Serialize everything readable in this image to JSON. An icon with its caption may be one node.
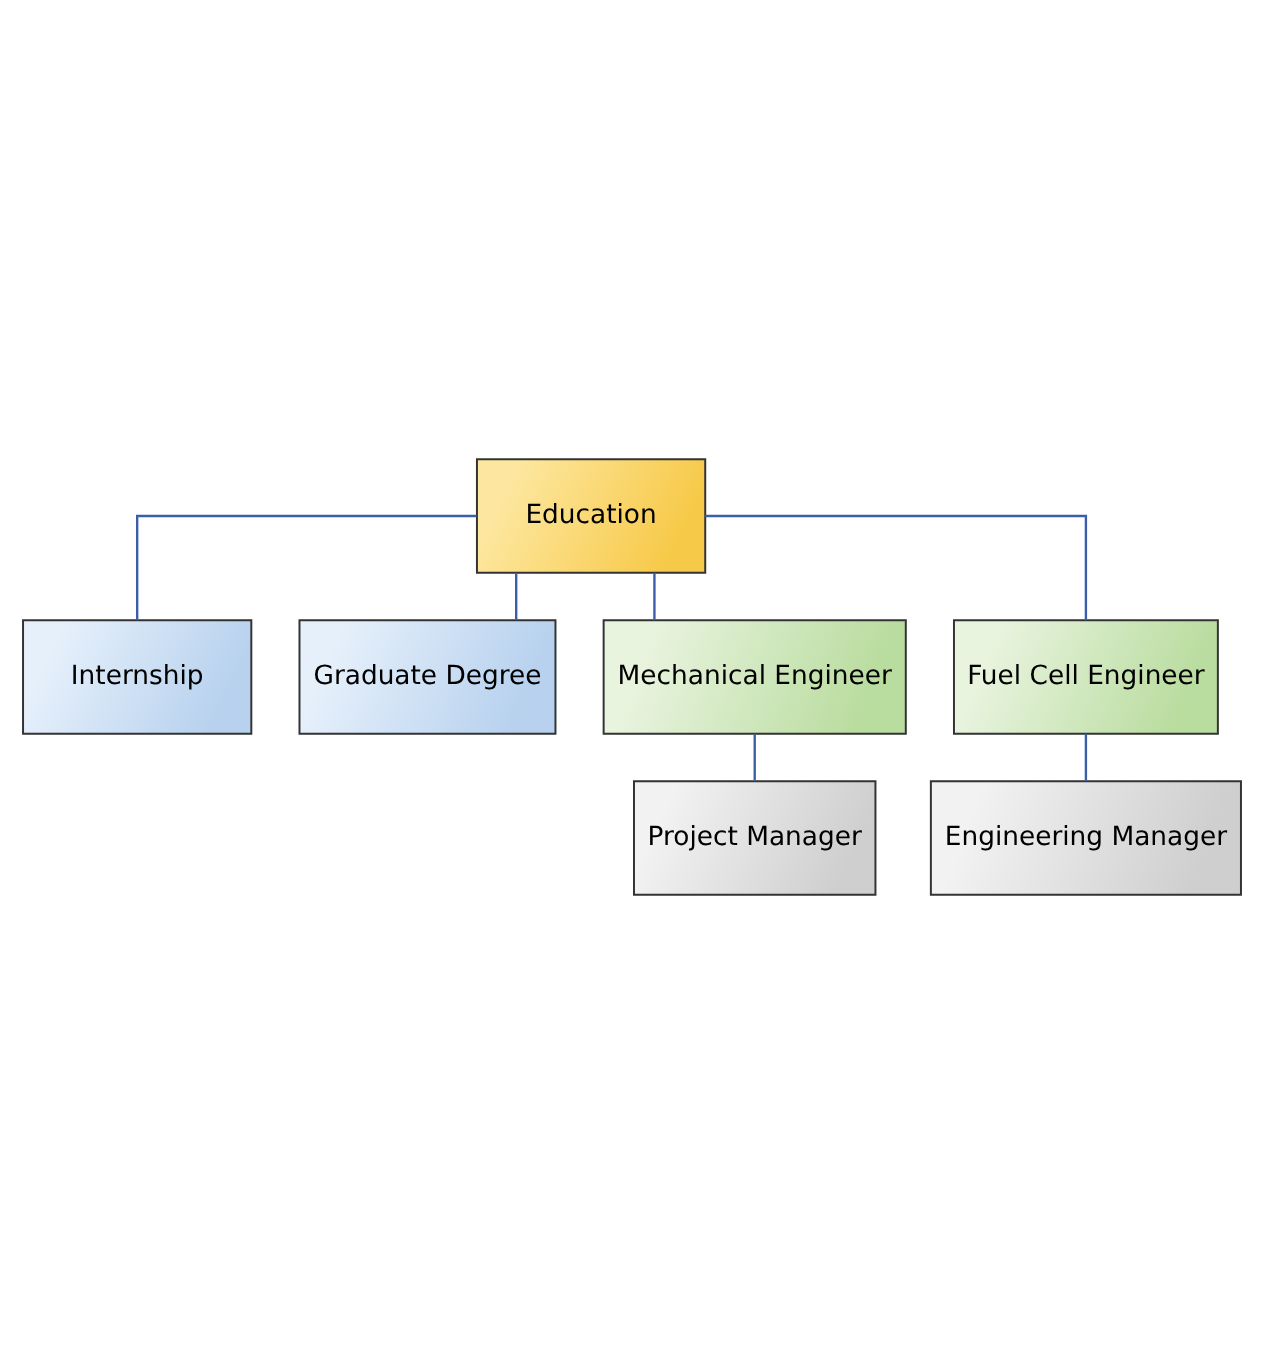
{
  "diagram": {
    "nodes": [
      {
        "text": [
          "Education"
        ]
      },
      {
        "text": [
          "Internship"
        ]
      },
      {
        "text": [
          "Graduate Degree"
        ]
      },
      {
        "text": [
          "Mechanical Engineer"
        ]
      },
      {
        "text": [
          "Fuel Cell Engineer"
        ]
      },
      {
        "text": [
          "Project Manager"
        ]
      },
      {
        "text": [
          "Engineering Manager"
        ]
      }
    ],
    "edges": [
      {
        "from": 0,
        "to": 1,
        "arrow": "none"
      },
      {
        "from": 0,
        "to": 2,
        "arrow": "none"
      },
      {
        "from": 0,
        "to": 3,
        "arrow": "none"
      },
      {
        "from": 0,
        "to": 4,
        "arrow": "none"
      },
      {
        "from": 3,
        "to": 5,
        "arrow": "none"
      },
      {
        "from": 4,
        "to": 6,
        "arrow": "none"
      }
    ]
  }
}
